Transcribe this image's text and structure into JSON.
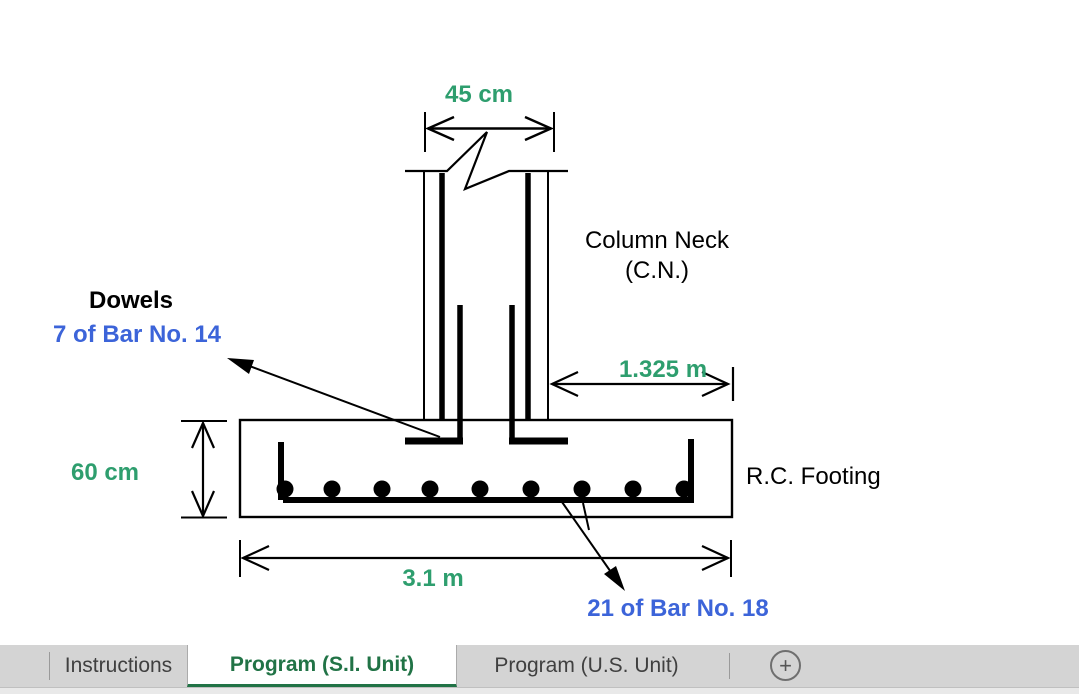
{
  "drawing": {
    "labels": {
      "column_neck_line1": "Column Neck",
      "column_neck_line2": "(C.N.)",
      "dowels_title": "Dowels",
      "dowels_bar": "7 of Bar No. 14",
      "footing": "R.C. Footing",
      "bottom_bar": "21 of Bar No. 18"
    },
    "dimensions": {
      "column_width": "45 cm",
      "edge_distance": "1.325 m",
      "footing_depth": "60 cm",
      "footing_width": "3.1 m"
    },
    "colors": {
      "dimension_text": "#2e9e6e",
      "bar_label_text": "#3c64d9",
      "line": "#000000"
    }
  },
  "sheet_tabs": {
    "bar_bg": "#d4d4d4",
    "active_color": "#217346",
    "inactive_text_color": "#404040",
    "tabs": [
      {
        "label": "Instructions",
        "active": false
      },
      {
        "label": "Program (S.I. Unit)",
        "active": true
      },
      {
        "label": "Program (U.S. Unit)",
        "active": false
      }
    ],
    "new_sheet_glyph": "+",
    "new_sheet_icon": "plus-circle-icon"
  }
}
